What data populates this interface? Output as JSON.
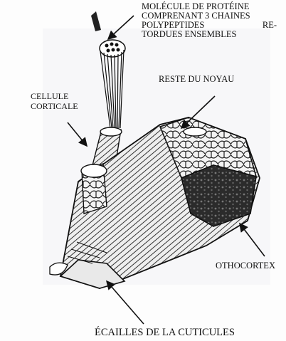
{
  "labels": {
    "molecule_line1": "MOLÉCULE DE PROTÉINE",
    "molecule_line2": "COMPRENANT  3 CHAINES",
    "molecule_line3_a": "POLYPEPTIDES",
    "molecule_line3_b": "RE-",
    "molecule_line4": "TORDUES ENSEMBLES",
    "reste": "RESTE DU NOYAU",
    "cellule_line1": "CELLULE",
    "cellule_line2": "CORTICALE",
    "othocortex": "OTHOCORTEX",
    "ecailles": "ÉCAILLES DE LA CUTICULES"
  },
  "icons": {
    "arrow": "arrow-icon",
    "hair": "hair-structure-illustration"
  }
}
